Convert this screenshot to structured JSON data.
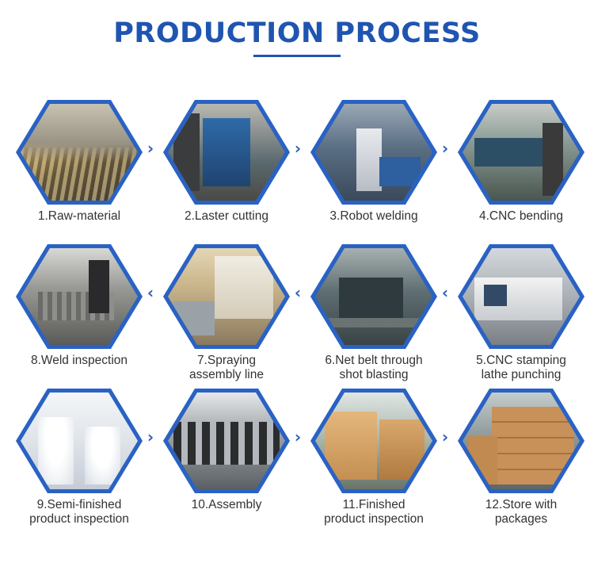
{
  "title": "PRODUCTION PROCESS",
  "colors": {
    "accent": "#1f55b0",
    "hex_border": "#2a62c4",
    "arrow": "#2f5fb8"
  },
  "arrows": {
    "right": "›",
    "left": "‹"
  },
  "steps": [
    {
      "label": "1.Raw-material",
      "scene": "warehouse"
    },
    {
      "label": "2.Laster cutting",
      "scene": "machine"
    },
    {
      "label": "3.Robot welding",
      "scene": "robot"
    },
    {
      "label": "4.CNC bending",
      "scene": "workshop"
    },
    {
      "label": "8.Weld inspection",
      "scene": "workshop2"
    },
    {
      "label": "7.Spraying\nassembly line",
      "scene": "spray"
    },
    {
      "label": "6.Net belt through\nshot blasting",
      "scene": "blasting"
    },
    {
      "label": "5.CNC stamping\nlathe punching",
      "scene": "lathe"
    },
    {
      "label": "9.Semi-finished\nproduct inspection",
      "scene": "cleanroom"
    },
    {
      "label": "10.Assembly",
      "scene": "assembly"
    },
    {
      "label": "11.Finished\nproduct inspection",
      "scene": "crates"
    },
    {
      "label": "12.Store with\npackages",
      "scene": "crates2"
    }
  ]
}
